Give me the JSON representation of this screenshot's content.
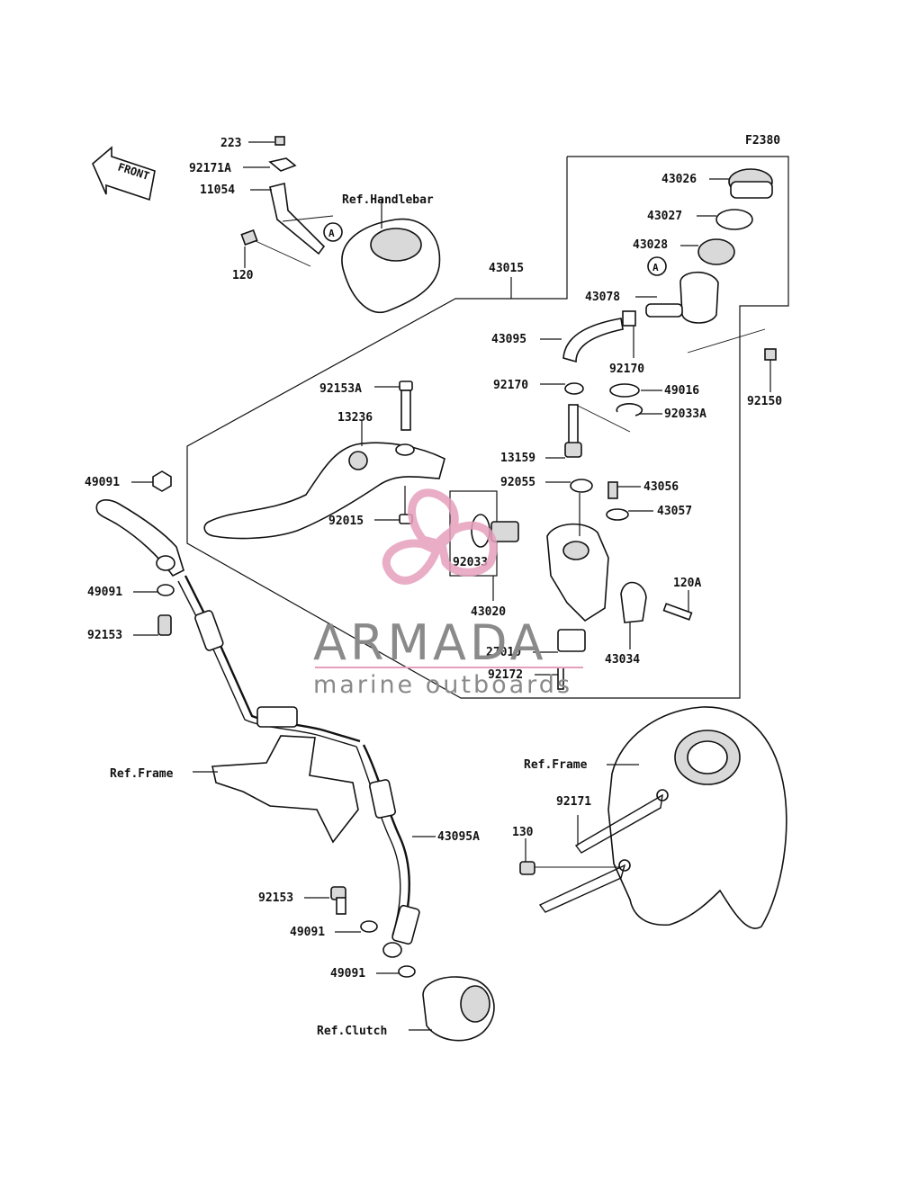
{
  "figure_id": "F2380",
  "front_label": "FRONT",
  "circle_ref": "A",
  "refs": {
    "handlebar": "Ref.Handlebar",
    "frame": "Ref.Frame",
    "clutch": "Ref.Clutch"
  },
  "parts": {
    "p223": "223",
    "p92171A": "92171A",
    "p11054": "11054",
    "p120": "120",
    "p43015": "43015",
    "p43026": "43026",
    "p43027": "43027",
    "p43028": "43028",
    "p43078": "43078",
    "p43095": "43095",
    "p92170a": "92170",
    "p92170b": "92170",
    "p92150": "92150",
    "p49016": "49016",
    "p92033A": "92033A",
    "p92153A": "92153A",
    "p13236": "13236",
    "p13159": "13159",
    "p92055": "92055",
    "p43056": "43056",
    "p43057": "43057",
    "p92015": "92015",
    "p92033": "92033",
    "p43020": "43020",
    "p120A": "120A",
    "p27010": "27010",
    "p43034": "43034",
    "p92172": "92172",
    "p49091a": "49091",
    "p49091b": "49091",
    "p92153a": "92153",
    "p43095A": "43095A",
    "p130": "130",
    "p92171": "92171",
    "p92153b": "92153",
    "p49091c": "49091",
    "p49091d": "49091"
  },
  "watermark": {
    "brand": "ARMADA",
    "tagline": "marine outboards",
    "colors": {
      "logo": "#e6a0bd",
      "text": "#8a8a8a"
    }
  }
}
